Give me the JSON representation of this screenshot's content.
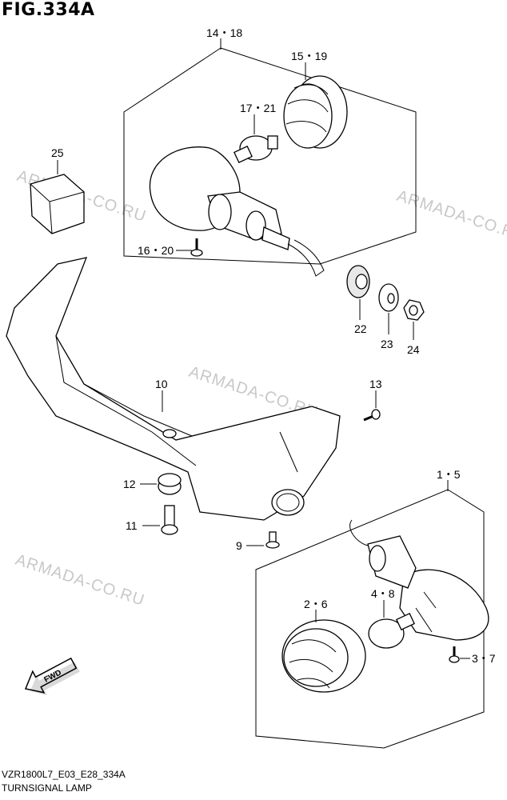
{
  "title": "FIG.334A",
  "footer": {
    "code": "VZR1800L7_E03_E28_334A",
    "name": "TURNSIGNAL LAMP"
  },
  "watermark": "ARMADA-CO.RU",
  "labels": {
    "p14_18": "14・18",
    "p15_19": "15・19",
    "p17_21": "17・21",
    "p16_20": "16・20",
    "p25": "25",
    "p22": "22",
    "p23": "23",
    "p24": "24",
    "p10": "10",
    "p13": "13",
    "p12": "12",
    "p11": "11",
    "p9": "9",
    "p1_5": "1・5",
    "p2_6": "2・6",
    "p4_8": "4・8",
    "p3_7": "3・7"
  },
  "fwd_label": "FWD"
}
